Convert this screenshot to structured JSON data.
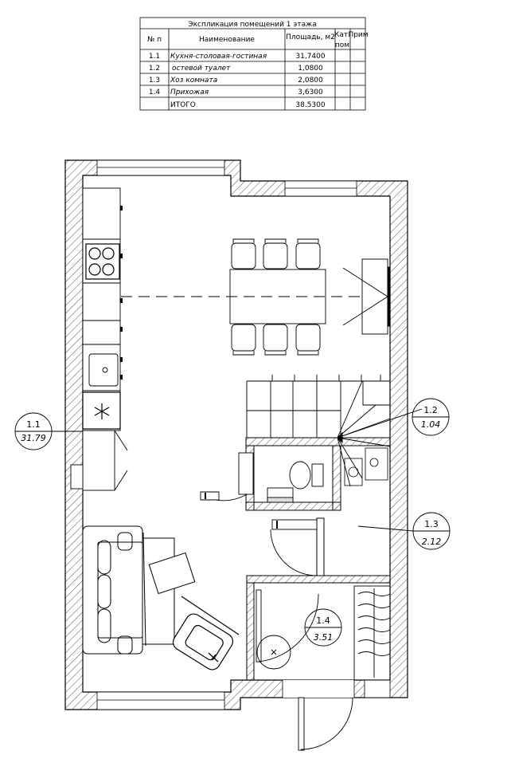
{
  "table": {
    "title": "Экспликация помещений  1 этажа",
    "headers": {
      "num": "№ п",
      "name": "Наименование",
      "area": "Площадь, м2",
      "cat_top": "Кат.",
      "cat_bottom": "пом",
      "note": "Прим"
    },
    "rows": [
      {
        "num": "1.1",
        "name": "Кухня-столовая-гостиная",
        "area": "31,7400"
      },
      {
        "num": "1.2",
        "name": "остевой туалет",
        "area": "1,0800"
      },
      {
        "num": "1.3",
        "name": "Хоз комната",
        "area": "2,0800"
      },
      {
        "num": "1.4",
        "name": "Прихожая",
        "area": "3,6300"
      }
    ],
    "total": {
      "name": "ИТОГО",
      "area": "38.5300"
    }
  },
  "labels": [
    {
      "id": "1.1",
      "area": "31.79"
    },
    {
      "id": "1.2",
      "area": "1.04"
    },
    {
      "id": "1.3",
      "area": "2.12"
    },
    {
      "id": "1.4",
      "area": "3.51"
    }
  ],
  "icons": {
    "fridge": "snowflake-icon",
    "stove": "cooktop-icon",
    "sink": "sink-icon"
  },
  "colors": {
    "line": "#000000",
    "hatch": "#555555",
    "background": "#ffffff"
  }
}
